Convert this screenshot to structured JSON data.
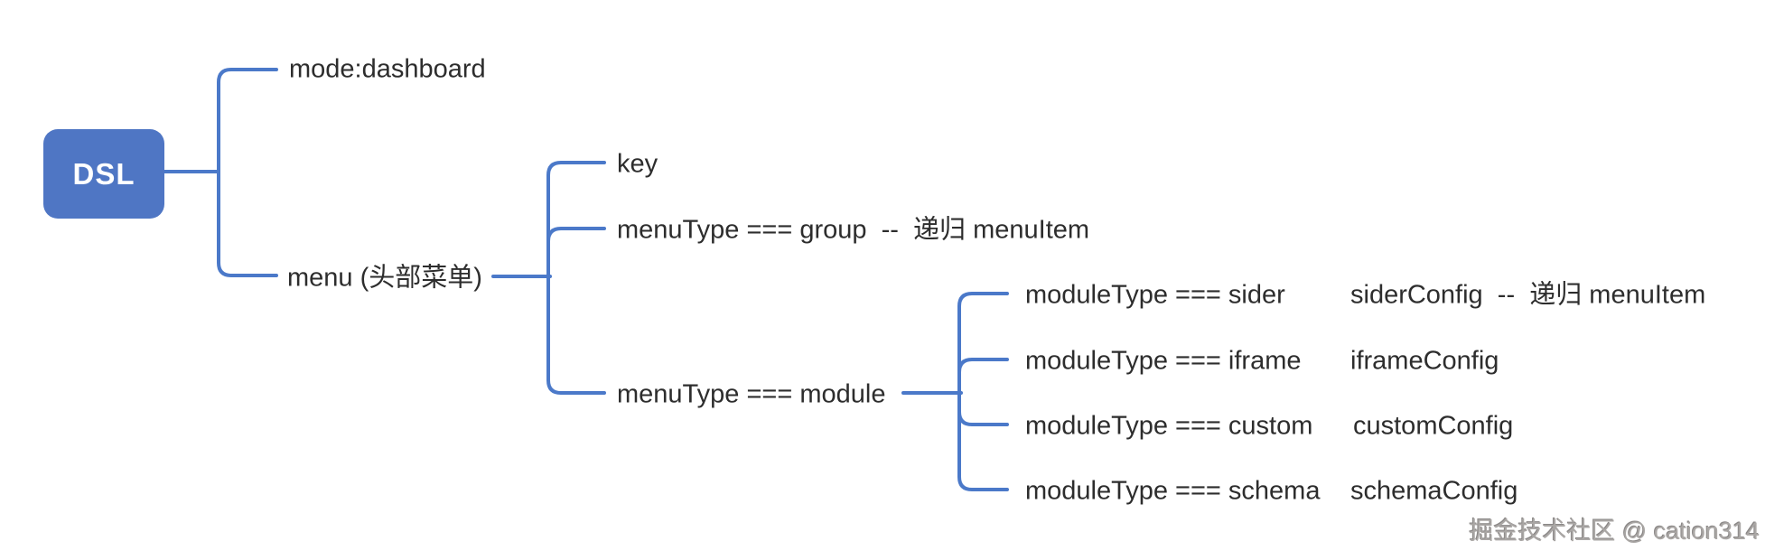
{
  "diagram": {
    "root": "DSL",
    "branches": {
      "mode": "mode:dashboard",
      "menu": "menu (头部菜单)",
      "menu_children": {
        "key": "key",
        "group": "menuType === group  --  递归 menuItem",
        "module": "menuType === module"
      },
      "module_children": [
        {
          "label": "moduleType === sider",
          "config": "siderConfig  --  递归 menuItem"
        },
        {
          "label": "moduleType === iframe",
          "config": "iframeConfig"
        },
        {
          "label": "moduleType === custom",
          "config": "customConfig"
        },
        {
          "label": "moduleType === schema",
          "config": "schemaConfig"
        }
      ]
    }
  },
  "watermark": "掘金技术社区 @ cation314",
  "colors": {
    "line": "#4b79c9",
    "node_fill": "#4f76c4",
    "text": "#2d2d2d",
    "watermark": "#aaa7a5"
  }
}
